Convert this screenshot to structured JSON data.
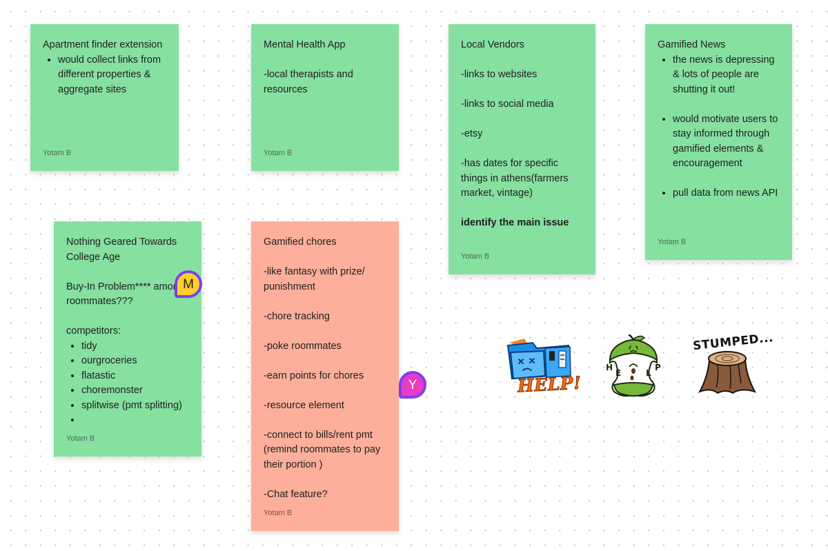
{
  "stickies": {
    "apartment": {
      "title": "Apartment finder extension",
      "bullets": [
        "would collect links from different properties & aggregate sites"
      ],
      "author": "Yotam B"
    },
    "mental_health": {
      "lines": [
        "Mental Health App",
        "",
        "-local therapists and resources"
      ],
      "author": "Yotam B"
    },
    "vendors": {
      "lines": [
        "Local Vendors",
        "",
        "-links to websites",
        "",
        "-links to social media",
        "",
        "-etsy",
        "",
        "-has dates for specific things in athens(farmers market, vintage)",
        ""
      ],
      "bold_line": "identify the main issue",
      "author": "Yotam B"
    },
    "news": {
      "title": "Gamified News",
      "bullets_a": [
        "the news is depressing & lots of people are shutting it out!"
      ],
      "bullets_b": [
        "would motivate users to stay informed through gamified elements & encouragement"
      ],
      "bullets_c": [
        "pull data from news API"
      ],
      "author": "Yotam B"
    },
    "college": {
      "lines": [
        "Nothing Geared Towards College Age",
        "",
        "Buy-In Problem**** among roommates???",
        "",
        "competitors:"
      ],
      "bullets": [
        "tidy",
        "ourgroceries",
        "flatastic",
        "choremonster",
        "splitwise (pmt splitting)",
        ""
      ],
      "author": "Yotam B"
    },
    "chores": {
      "lines": [
        "Gamified chores",
        "",
        "-like fantasy with prize/ punishment",
        "",
        "-chore tracking",
        "",
        "-poke roommates",
        "",
        "-earn points for chores",
        "",
        "-resource element",
        "",
        "-connect to bills/rent pmt (remind roommates to pay their portion )",
        "",
        "-Chat feature?"
      ],
      "author": "Yotam B"
    }
  },
  "cursors": {
    "m": {
      "initial": "M",
      "fill": "#fcd02b",
      "border": "#7d3ff0",
      "text_color": "#2a1f00"
    },
    "y": {
      "initial": "Y",
      "fill": "#e93bc6",
      "border": "#7d3ff0",
      "text_color": "#ffffff"
    }
  },
  "stickers": {
    "help_folder": {
      "text": "HELP!",
      "icon": "sad-folder-icon"
    },
    "help_apple": {
      "letters": [
        "H",
        "E",
        "L",
        "P"
      ],
      "icon": "apple-core-icon"
    },
    "stumped": {
      "text": "STUMPED...",
      "icon": "tree-stump-icon"
    }
  },
  "colors": {
    "sticky_green": "#86e0a0",
    "sticky_salmon": "#fdaf9b",
    "cursor_border": "#7d3ff0"
  }
}
